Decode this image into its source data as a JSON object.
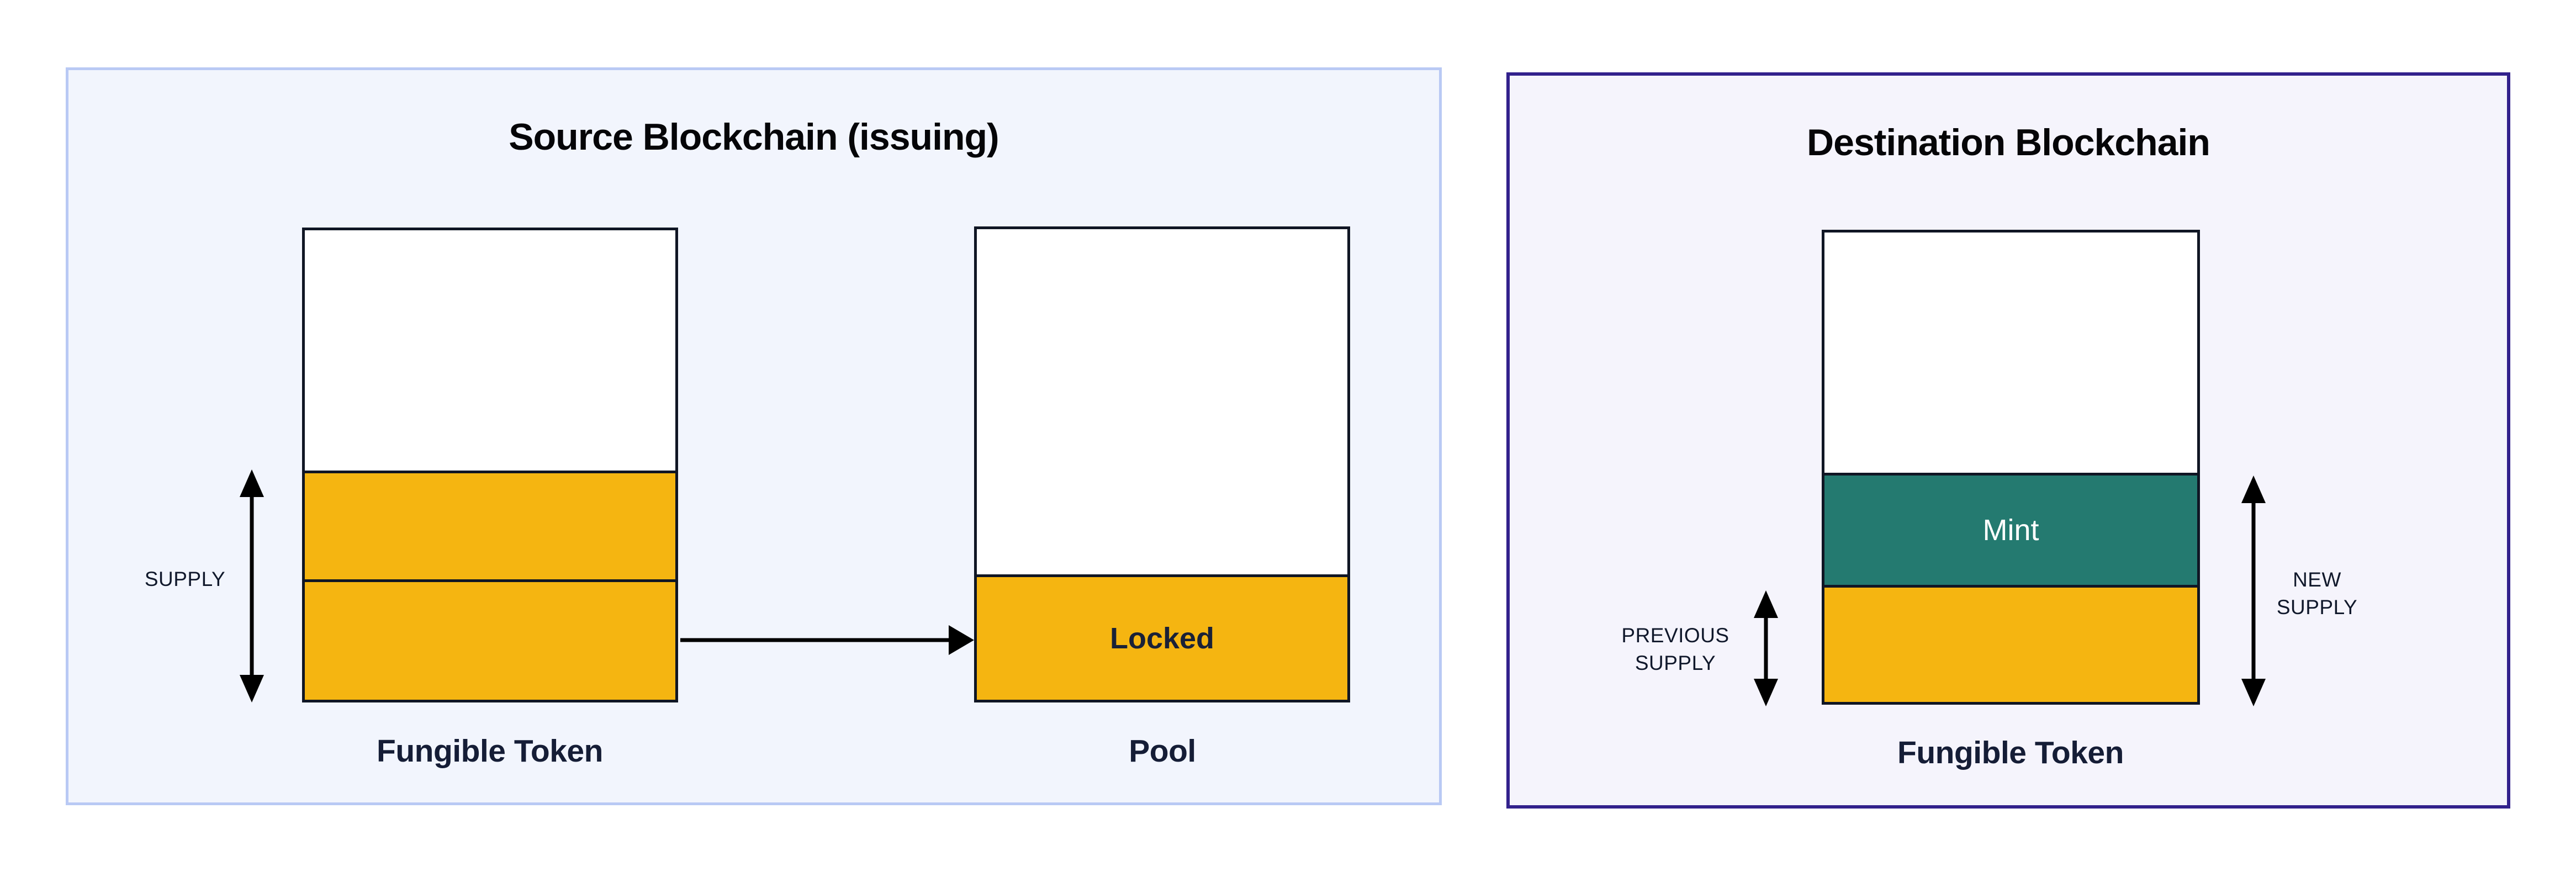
{
  "diagram": {
    "source_panel": {
      "title": "Source Blockchain (issuing)",
      "supply_label": "SUPPLY",
      "fungible_token_label": "Fungible Token",
      "pool_label": "Pool",
      "locked_label": "Locked"
    },
    "destination_panel": {
      "title": "Destination Blockchain",
      "previous_supply_line1": "PREVIOUS",
      "previous_supply_line2": "SUPPLY",
      "new_supply_line1": "NEW",
      "new_supply_line2": "SUPPLY",
      "mint_label": "Mint",
      "fungible_token_label": "Fungible Token"
    },
    "colors": {
      "token_yellow": "#f5b511",
      "mint_teal": "#247a70",
      "source_panel_bg": "#f2f5fd",
      "source_panel_border": "#b9c9f4",
      "destination_panel_bg": "#f5f4fc",
      "destination_panel_border": "#32218c",
      "box_outline": "#101624",
      "label_navy": "#151d36",
      "arrow_black": "#000000"
    }
  }
}
